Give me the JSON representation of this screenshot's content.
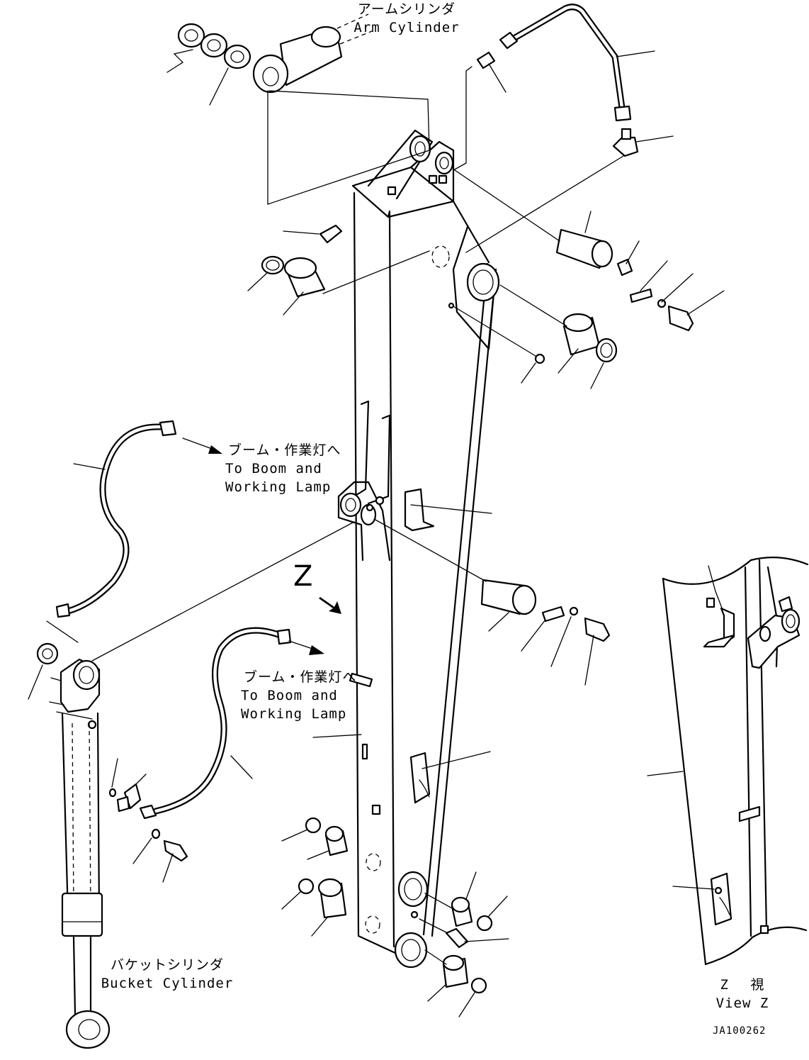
{
  "labels": {
    "arm_cylinder_jp": "アームシリンダ",
    "arm_cylinder_en": "Arm Cylinder",
    "to_boom_1_jp": "ブーム・作業灯へ",
    "to_boom_1_en1": "To Boom and",
    "to_boom_1_en2": "Working Lamp",
    "to_boom_2_jp": "ブーム・作業灯へ",
    "to_boom_2_en1": "To Boom and",
    "to_boom_2_en2": "Working Lamp",
    "bucket_cylinder_jp": "バケットシリンダ",
    "bucket_cylinder_en": "Bucket Cylinder",
    "view_z_jp": "Z 視",
    "view_z_en": "View Z",
    "z_marker": "Z",
    "drawing_code": "JA100262"
  }
}
